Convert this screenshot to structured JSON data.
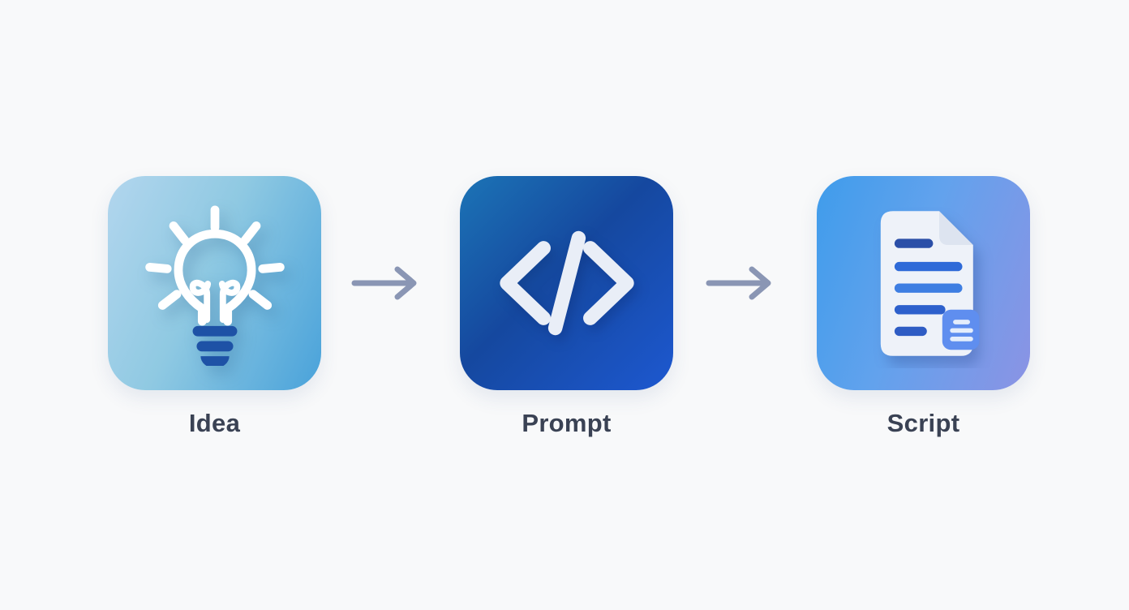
{
  "canvas": {
    "background_color": "#f8f9fa"
  },
  "flow": {
    "steps": [
      {
        "label": "Idea",
        "icon": "lightbulb-icon",
        "gradient": "linear-gradient(115deg, #b2d6ee 0%, #8fc9e2 45%, #49a2da 100%)",
        "icon_color": "#ffffff",
        "bulb_base_color": "#1e52a6"
      },
      {
        "label": "Prompt",
        "icon": "code-icon",
        "gradient": "linear-gradient(135deg, #1c74b6 0%, #15489f 45%, #1d58d0 100%)",
        "icon_color": "#e9eef7"
      },
      {
        "label": "Script",
        "icon": "document-icon",
        "gradient": "linear-gradient(110deg, #3f9ceb 0%, #62a2ed 45%, #8b93e4 100%)",
        "page_color": "#eef2f9",
        "fold_color": "#dde4f0",
        "text_line_colors": [
          "#2b4fa8",
          "#2e6ad8",
          "#3e7ee2",
          "#2d60cc",
          "#2e5cc4"
        ],
        "badge_color": "#5f8eef",
        "badge_line_color": "#e4edfc"
      }
    ],
    "connector_color": "#8a96b4",
    "label_color": "#3a4254"
  }
}
